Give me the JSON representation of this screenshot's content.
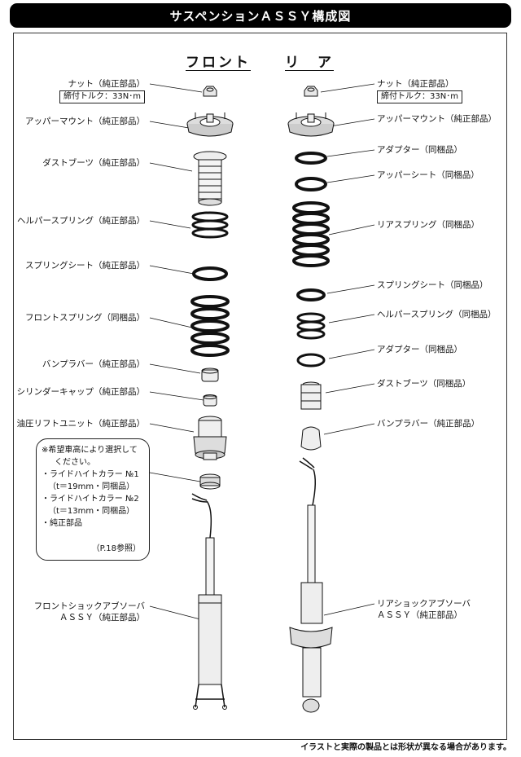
{
  "title": "サスペンションＡＳＳＹ構成図",
  "front_header": "フロント",
  "rear_header": "リ　ア",
  "front_labels": {
    "nut": "ナット（純正部品）",
    "torque": "締付トルク：33N･m",
    "upper_mount": "アッパーマウント（純正部品）",
    "dust_boot": "ダストブーツ（純正部品）",
    "helper_spring": "ヘルパースプリング（純正部品）",
    "spring_seat": "スプリングシート（純正部品）",
    "front_spring": "フロントスプリング（同梱品）",
    "bump_rubber": "バンプラバー（純正部品）",
    "cylinder_cap": "シリンダーキャップ（純正部品）",
    "lift_unit": "油圧リフトユニット（純正部品）",
    "absorber_line1": "フロントショックアブソーバ",
    "absorber_line2": "ＡＳＳＹ（純正部品）"
  },
  "rear_labels": {
    "nut": "ナット（純正部品）",
    "torque": "締付トルク：33N･m",
    "upper_mount": "アッパーマウント（純正部品）",
    "adapter_top": "アダプター（同梱品）",
    "upper_seat": "アッパーシート（同梱品）",
    "rear_spring": "リアスプリング（同梱品）",
    "spring_seat": "スプリングシート（同梱品）",
    "helper_spring": "ヘルパースプリング（同梱品）",
    "adapter_bottom": "アダプター（同梱品）",
    "dust_boot": "ダストブーツ（同梱品）",
    "bump_rubber": "バンプラバー（純正部品）",
    "absorber_line1": "リアショックアブソーバ",
    "absorber_line2": "ＡＳＳＹ（純正部品）"
  },
  "note": {
    "line1": "※希望車高により選択して",
    "line2": "ください。",
    "line3": "・ライドハイトカラー №1",
    "line4": "（t＝19mm・同梱品）",
    "line5": "・ライドハイトカラー №2",
    "line6": "（t＝13mm・同梱品）",
    "line7": "・純正部品",
    "ref": "（P.18参照）"
  },
  "footer": "イラストと実際の製品とは形状が異なる場合があります。"
}
